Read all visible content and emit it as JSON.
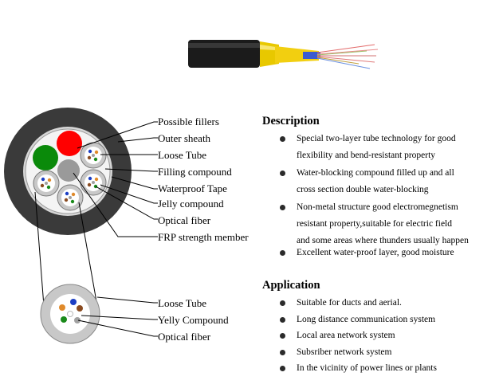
{
  "labels": {
    "top": [
      "Possible fillers",
      "Outer sheath",
      "Loose Tube",
      "Filling compound",
      "Waterproof Tape",
      "Jelly compound",
      "Optical fiber",
      "FRP strength member"
    ],
    "bottom": [
      "Loose Tube",
      "Yelly Compound",
      "Optical fiber"
    ]
  },
  "description": {
    "heading": "Description",
    "items": [
      [
        "Special two-layer tube technology for good",
        "flexibility and bend-resistant property"
      ],
      [
        "Water-blocking compound filled up and all",
        "cross section double water-blocking"
      ],
      [
        "Non-metal structure good electromegnetism",
        "resistant property,suitable for electric field",
        "and some areas where thunders usually happen"
      ],
      [
        "Excellent water-proof layer, good moisture"
      ]
    ]
  },
  "application": {
    "heading": "Application",
    "items": [
      "Suitable for ducts and aerial.",
      "Long distance communication system",
      "Local area network system",
      "Subsriber network system",
      "In the vicinity of power lines or plants"
    ]
  },
  "colors": {
    "sheath": "#3a3a3a",
    "filler_red": "#ff0000",
    "filler_green": "#0a8a0a",
    "frp": "#9a9a9a",
    "tube": "#c8c8c8",
    "fiber_blue": "#1c3fc4",
    "fiber_orange": "#e08a2a",
    "fiber_brown": "#8a4b20",
    "fiber_green": "#1a8a1a",
    "fiber_gray": "#a0a0a0"
  }
}
